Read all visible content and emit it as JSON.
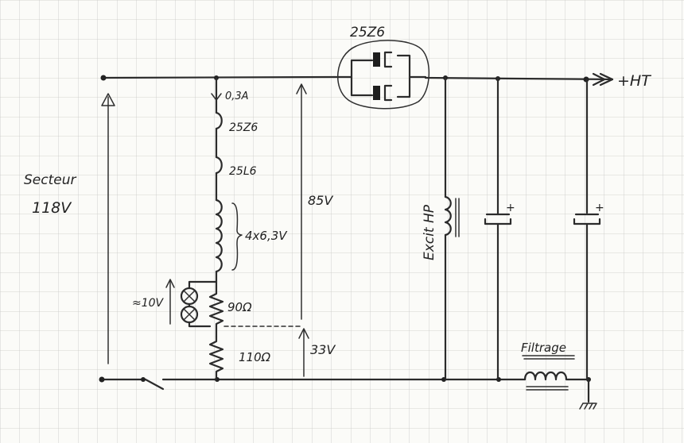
{
  "labels": {
    "tube_rectifier": "25Z6",
    "output": "+HT",
    "current": "0,3A",
    "filament_1": "25Z6",
    "filament_2": "25L6",
    "filament_group": "4x6,3V",
    "mains_label": "Secteur",
    "mains_voltage": "118V",
    "lamp_voltage": "≈10V",
    "res_1": "90Ω",
    "res_2": "110Ω",
    "volt_85": "85V",
    "volt_33": "33V",
    "speaker_field": "Excit HP",
    "filter_label": "Filtrage",
    "cap_plus_1": "+",
    "cap_plus_2": "+"
  }
}
